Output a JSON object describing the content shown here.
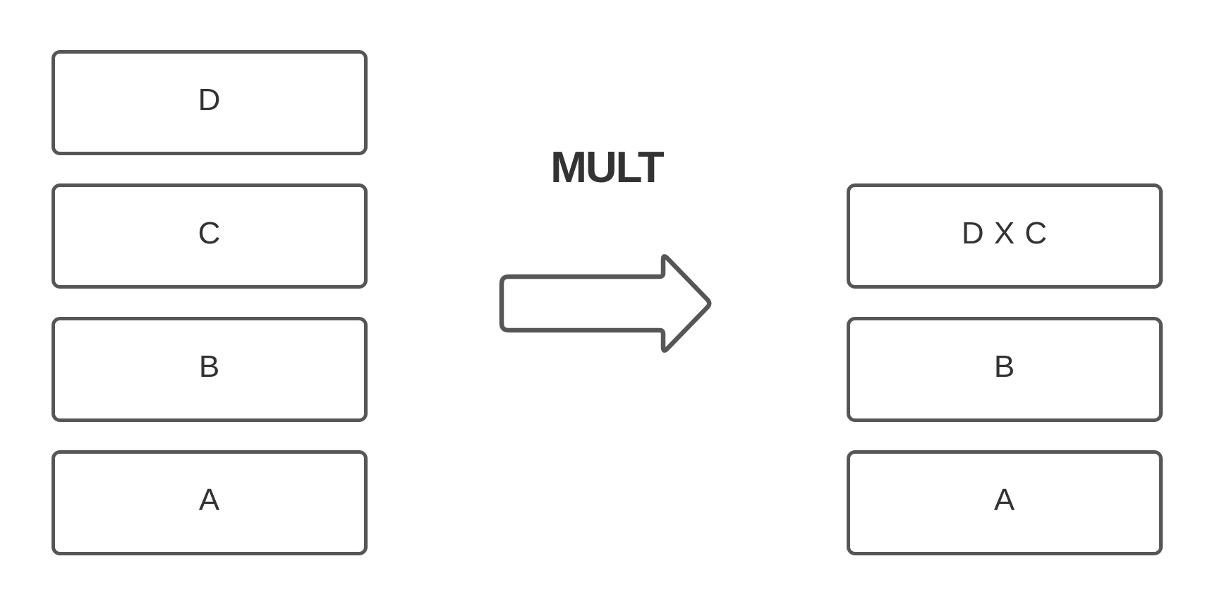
{
  "operation": {
    "label": "MULT"
  },
  "stacks": {
    "left": {
      "items": [
        "D",
        "C",
        "B",
        "A"
      ]
    },
    "right": {
      "items": [
        "D X C",
        "B",
        "A"
      ]
    }
  },
  "icons": {
    "arrow": "block-arrow-right"
  },
  "colors": {
    "background": "#ffffff",
    "box_border": "#565656",
    "box_fill": "#ffffff",
    "label_text": "#333333",
    "operation_text": "#333333",
    "arrow_outline": "#565656",
    "arrow_fill": "#ffffff"
  }
}
